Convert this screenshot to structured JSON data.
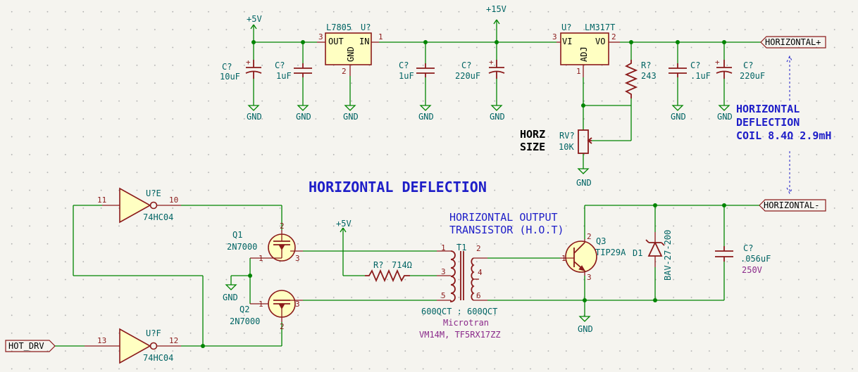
{
  "title": "HORIZONTAL DEFLECTION",
  "coil_note": [
    "HORIZONTAL",
    "DEFLECTION",
    "COIL 8.4Ω 2.9mH"
  ],
  "size_note": [
    "HORZ",
    "SIZE"
  ],
  "hot_note": [
    "HORIZONTAL OUTPUT",
    "TRANSISTOR (H.O.T)"
  ],
  "power": {
    "p5v": "+5V",
    "p15v": "+15V",
    "gnd": "GND"
  },
  "labels": {
    "hplus": "HORIZONTAL+",
    "hminus": "HORIZONTAL-",
    "hotdrv": "HOT_DRV"
  },
  "regulator1": {
    "ref": "U?",
    "value": "L7805",
    "out": "OUT",
    "in": "IN",
    "gnd": "GND",
    "p1": "1",
    "p2": "2",
    "p3": "3"
  },
  "regulator2": {
    "ref": "U?",
    "value": "LM317T",
    "vi": "VI",
    "vo": "VO",
    "adj": "ADJ",
    "p1": "1",
    "p2": "2",
    "p3": "3"
  },
  "caps": {
    "c1": {
      "ref": "C?",
      "value": "10uF"
    },
    "c2": {
      "ref": "C?",
      "value": "1uF"
    },
    "c3": {
      "ref": "C?",
      "value": "1uF"
    },
    "c4": {
      "ref": "C?",
      "value": "220uF"
    },
    "c5": {
      "ref": "C?",
      "value": ".1uF"
    },
    "c6": {
      "ref": "C?",
      "value": "220uF"
    },
    "c7": {
      "ref": "C?",
      "value": ".056uF",
      "rating": "250V"
    }
  },
  "resistors": {
    "r1": {
      "ref": "R?",
      "value": "243"
    },
    "r2": {
      "ref": "R?",
      "value": "714Ω"
    },
    "rv": {
      "ref": "RV?",
      "value": "10K"
    }
  },
  "inverters": {
    "ue": {
      "ref": "U?E",
      "value": "74HC04",
      "pin_in": "11",
      "pin_out": "10"
    },
    "uf": {
      "ref": "U?F",
      "value": "74HC04",
      "pin_in": "13",
      "pin_out": "12"
    }
  },
  "mosfets": {
    "q1": {
      "ref": "Q1",
      "value": "2N7000"
    },
    "q2": {
      "ref": "Q2",
      "value": "2N7000"
    }
  },
  "transistor": {
    "ref": "Q3",
    "value": "TIP29A"
  },
  "diode": {
    "ref": "D1",
    "value": "BAV-27-200"
  },
  "transformer": {
    "ref": "T1",
    "ratio": "600QCT : 600QCT",
    "maker": "Microtran",
    "part": "VM14M, TF5RX17ZZ"
  },
  "pins": {
    "n1": "1",
    "n2": "2",
    "n3": "3",
    "n4": "4",
    "n5": "5",
    "n6": "6"
  }
}
